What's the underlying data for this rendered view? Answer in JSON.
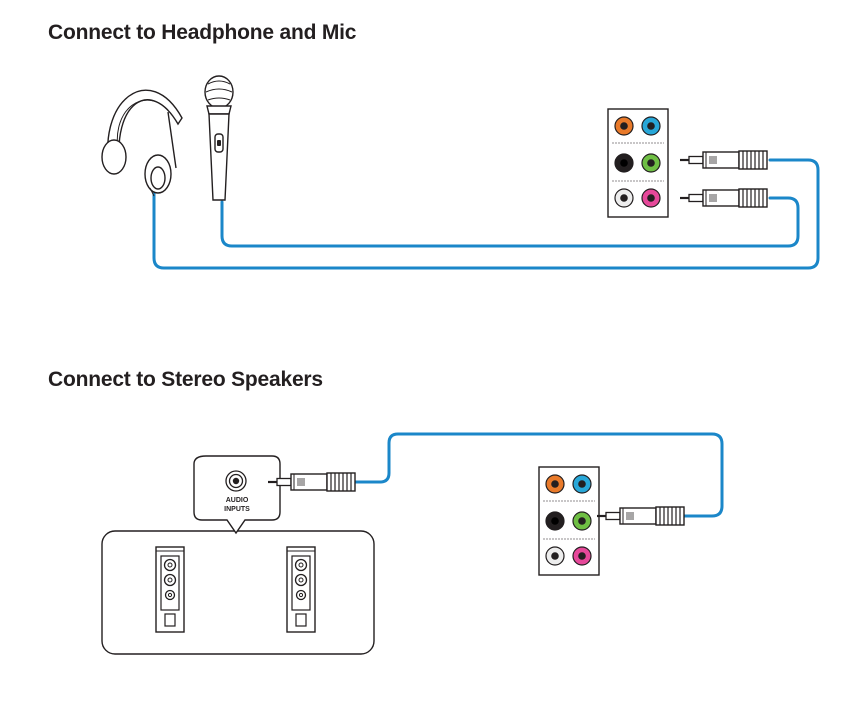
{
  "sections": [
    {
      "title": "Connect to Headphone and Mic"
    },
    {
      "title": "Connect to Stereo Speakers"
    }
  ],
  "speaker_input": {
    "label_line1": "AUDIO",
    "label_line2": "INPUTS"
  },
  "jack_colors": {
    "orange": "#e97a2a",
    "blue": "#28a7d8",
    "black": "#231f20",
    "green": "#6fbf44",
    "gray": "#b3b3b3",
    "pink": "#e6489a"
  },
  "cable_color": "#1b87c9",
  "icons": [
    "headphone-icon",
    "microphone-icon",
    "audio-jack-panel-icon",
    "audio-plug-icon",
    "speaker-icon"
  ]
}
